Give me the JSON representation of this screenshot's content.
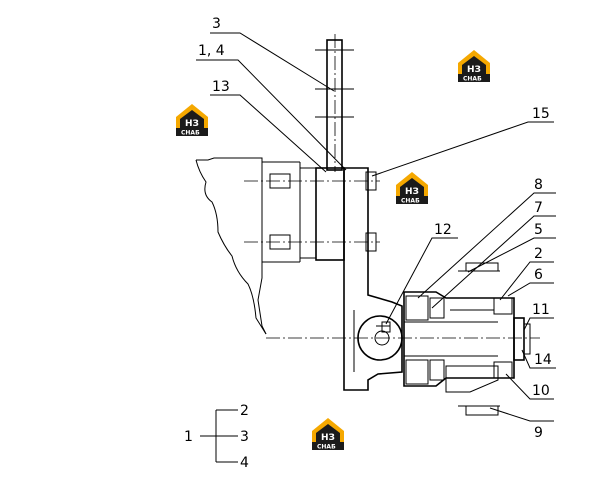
{
  "callouts": [
    "3",
    "1, 4",
    "13",
    "15",
    "8",
    "7",
    "5",
    "2",
    "6",
    "12",
    "11",
    "14",
    "10",
    "9"
  ],
  "legend": {
    "parent": "1",
    "children": [
      "2",
      "3",
      "4"
    ]
  },
  "logo": {
    "mark": "НЗ",
    "text": "СНАБ",
    "color": "#f5a800",
    "dark": "#1b1b1b"
  }
}
